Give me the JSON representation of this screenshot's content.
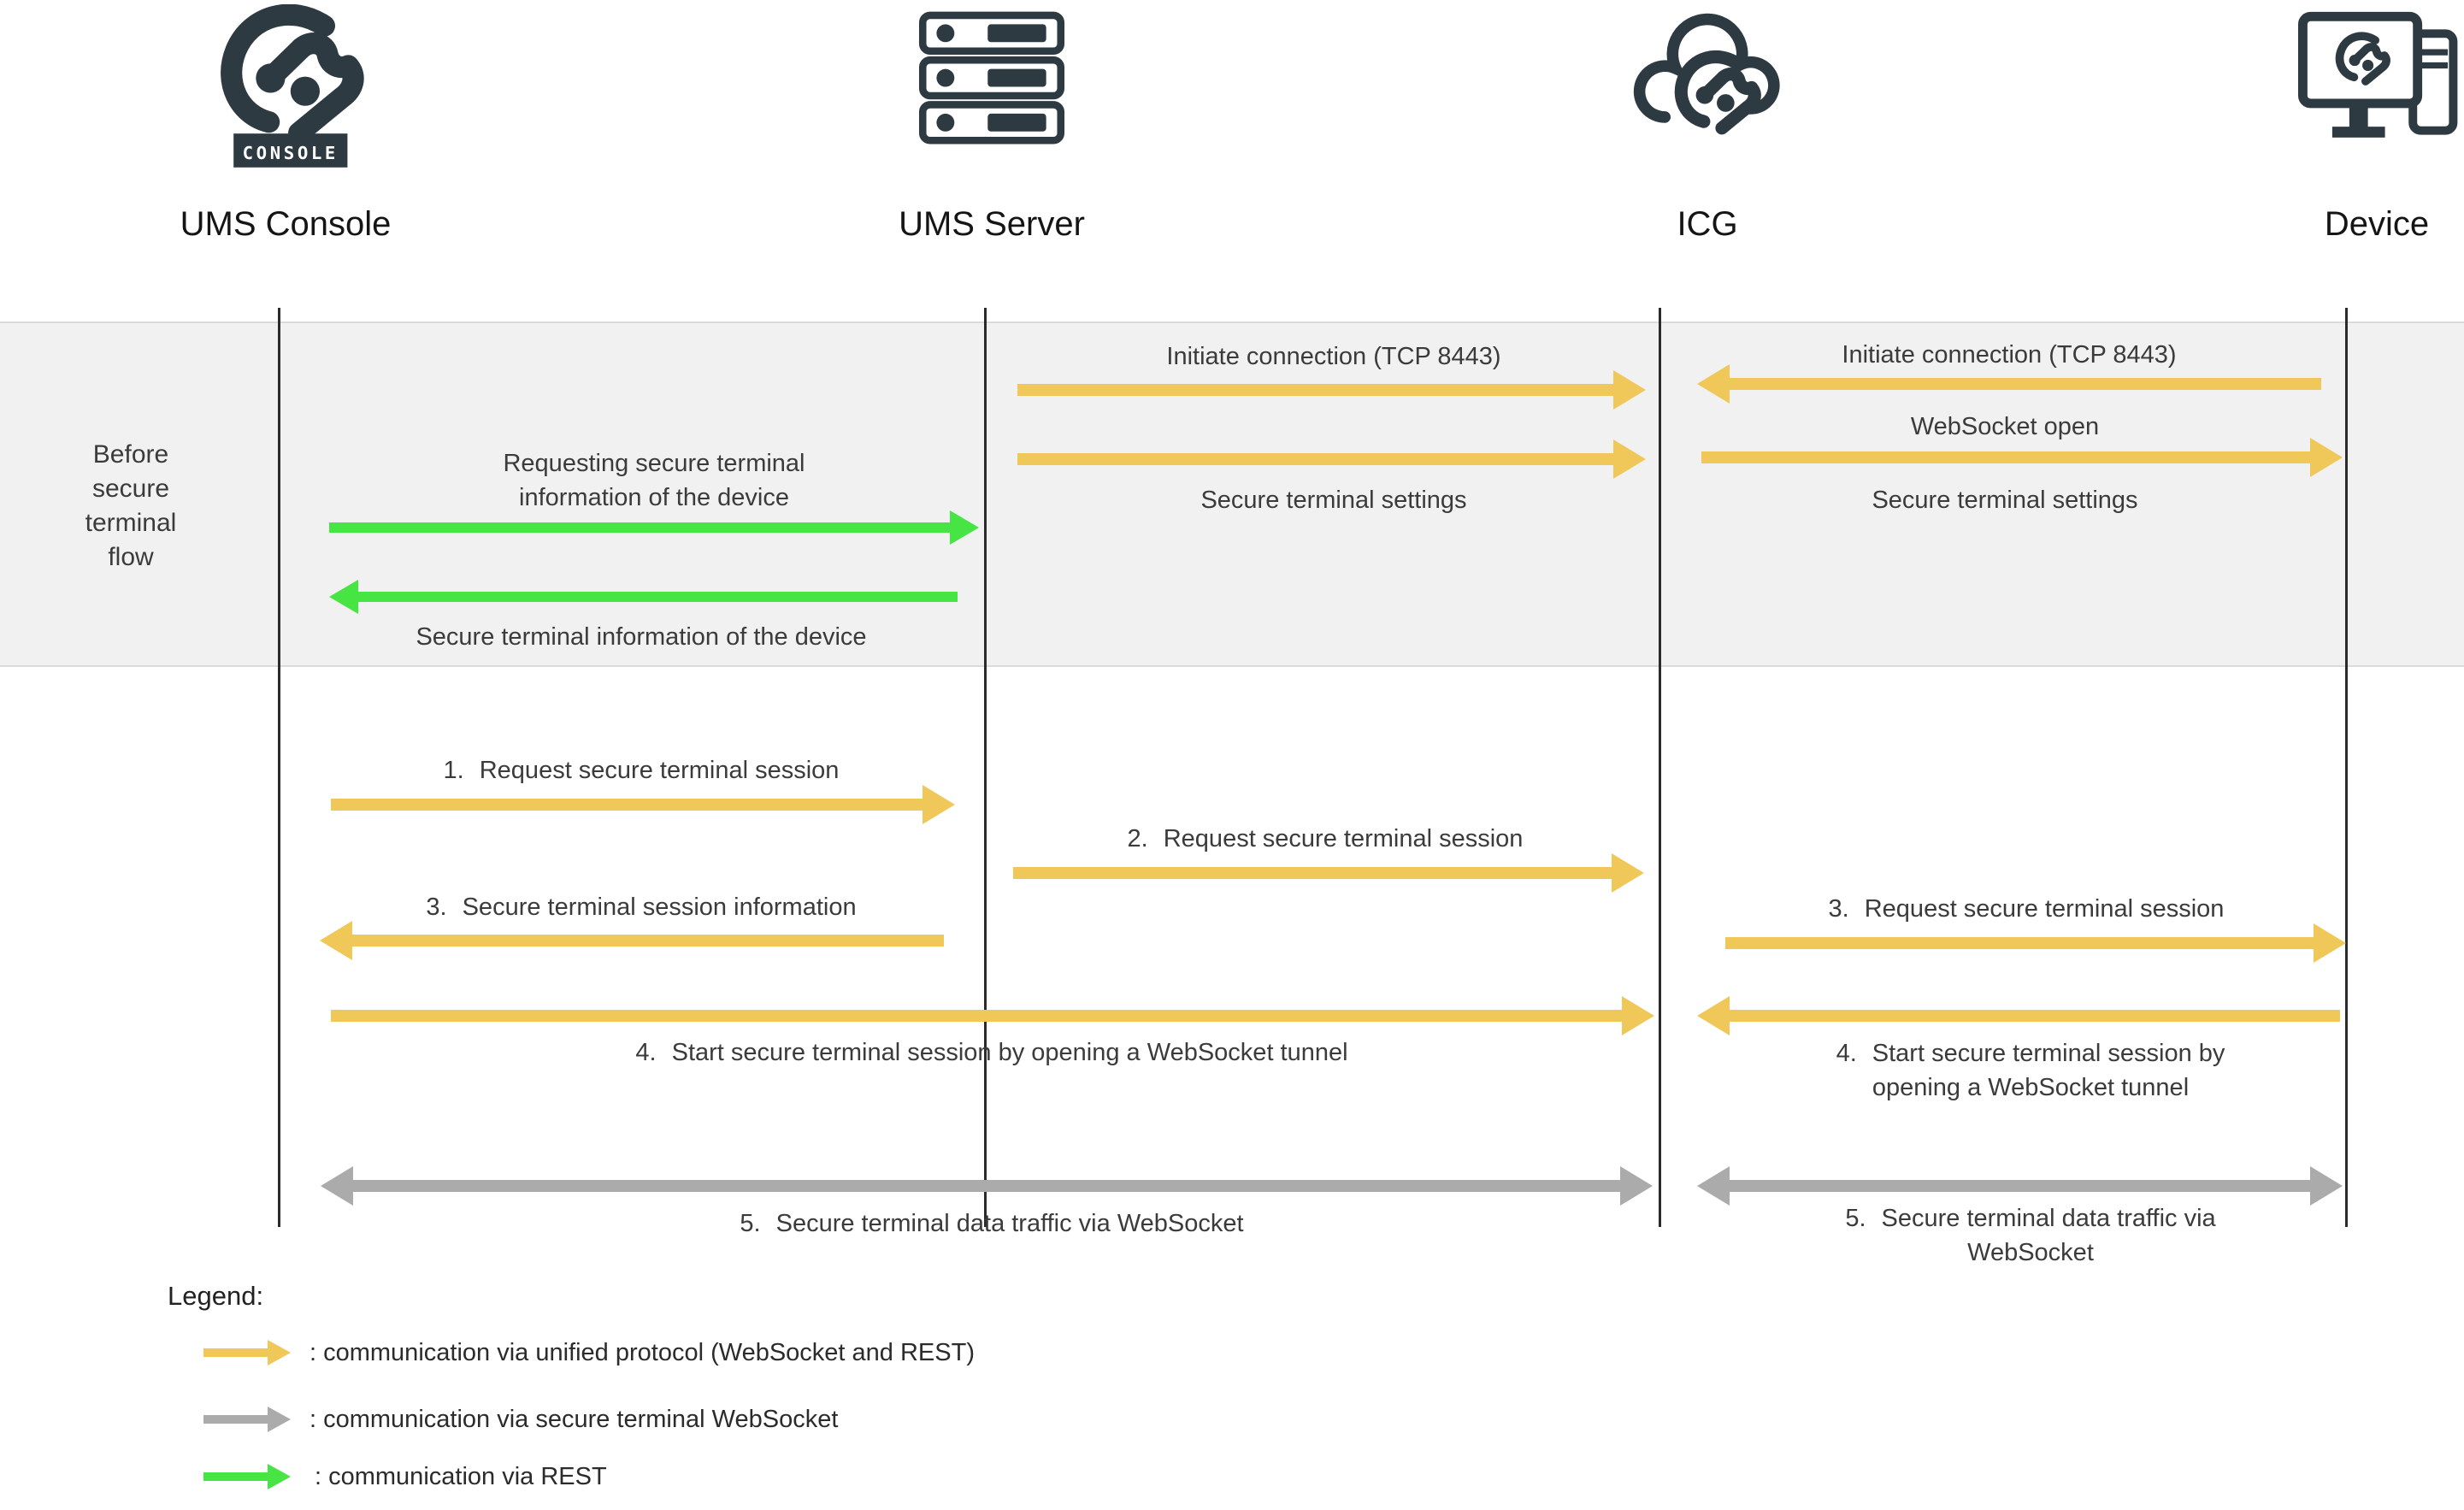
{
  "colors": {
    "yellow": "#F0C85A",
    "green": "#47E543",
    "gray": "#ABABAB",
    "dark": "#2E3A42",
    "band_bg": "#F1F1F1",
    "band_border": "#DBDBDB",
    "lifeline": "#2B2B2B",
    "text": "#3B3B3B"
  },
  "actors": [
    {
      "label": "UMS Console",
      "icon": "ums-console-logo-icon"
    },
    {
      "label": "UMS Server",
      "icon": "server-stack-icon"
    },
    {
      "label": "ICG",
      "icon": "cloud-icg-icon"
    },
    {
      "label": "Device",
      "icon": "device-workstation-icon"
    }
  ],
  "console_badge": "CONSOLE",
  "phase": {
    "label": "Before secure terminal flow"
  },
  "band": {
    "req_info": "Requesting secure terminal information of the device",
    "info": "Secure terminal information of the device",
    "initiate_ums": "Initiate connection (TCP 8443)",
    "settings_ums": "Secure terminal settings",
    "initiate_dev": "Initiate connection (TCP 8443)",
    "ws_open": "WebSocket open",
    "settings_dev": "Secure terminal settings"
  },
  "steps": {
    "s1": {
      "num": "1.",
      "text": "Request secure terminal session"
    },
    "s2": {
      "num": "2.",
      "text": "Request secure terminal session"
    },
    "s3a": {
      "num": "3.",
      "text": "Secure terminal session information"
    },
    "s3b": {
      "num": "3.",
      "text": "Request secure terminal session"
    },
    "s4a": {
      "num": "4.",
      "text": "Start secure terminal session by opening a WebSocket tunnel"
    },
    "s4b": {
      "num": "4.",
      "text": "Start secure terminal session by opening a WebSocket tunnel"
    },
    "s5a": {
      "num": "5.",
      "text": "Secure terminal data traffic via WebSocket"
    },
    "s5b": {
      "num": "5.",
      "text": "Secure terminal data traffic via WebSocket"
    }
  },
  "legend": {
    "title": "Legend:",
    "items": [
      {
        "color": "yellow",
        "text": ": communication via unified protocol (WebSocket and REST)"
      },
      {
        "color": "gray",
        "text": ": communication via secure terminal WebSocket"
      },
      {
        "color": "green",
        "text": ": communication via REST"
      }
    ]
  }
}
